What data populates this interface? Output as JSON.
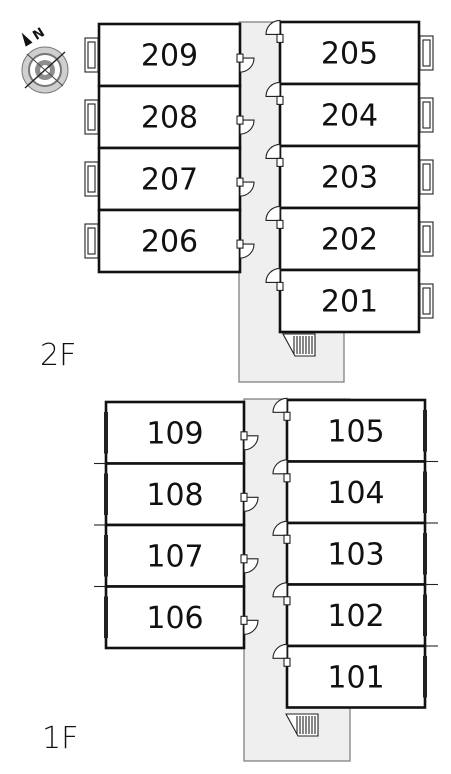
{
  "floors": [
    {
      "label": "2F",
      "left_rooms": [
        "209",
        "208",
        "207",
        "206"
      ],
      "right_rooms": [
        "205",
        "204",
        "203",
        "202",
        "201"
      ]
    },
    {
      "label": "1F",
      "left_rooms": [
        "109",
        "108",
        "107",
        "106"
      ],
      "right_rooms": [
        "105",
        "104",
        "103",
        "102",
        "101"
      ]
    }
  ],
  "compass": {
    "letter": "N",
    "icon": "compass-icon"
  },
  "icons": {
    "stairs": "stairs-icon",
    "door": "door-swing-icon",
    "balcony": "balcony-icon"
  },
  "colors": {
    "wall": "#111111",
    "corridor": "#efefef",
    "background": "#ffffff"
  }
}
